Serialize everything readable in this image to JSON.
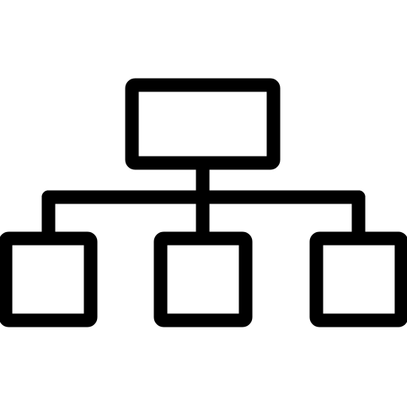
{
  "icon": {
    "name": "hierarchy-icon",
    "stroke_color": "#000000",
    "background_color": "#ffffff",
    "nodes": [
      {
        "name": "top-node"
      },
      {
        "name": "child-node-left"
      },
      {
        "name": "child-node-center"
      },
      {
        "name": "child-node-right"
      }
    ]
  }
}
